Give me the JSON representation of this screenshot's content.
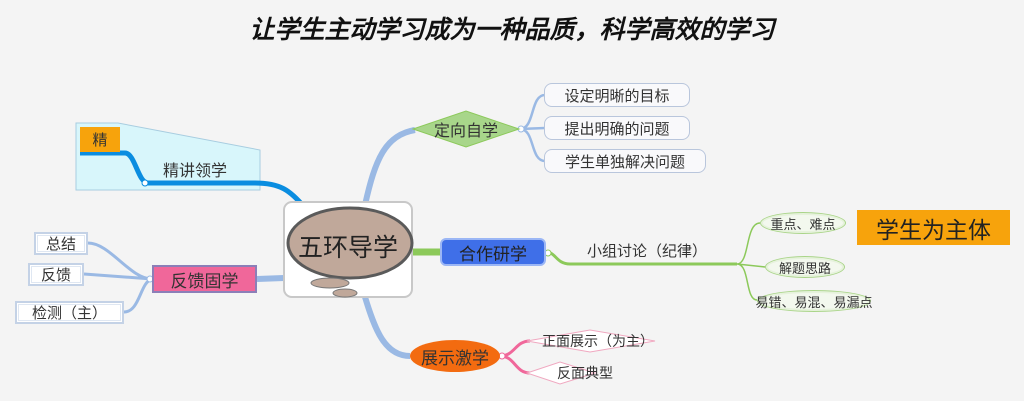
{
  "title": "让学生主动学习成为一种品质，科学高效的学习",
  "central": {
    "label": "五环导学"
  },
  "branches": {
    "jingjiang": {
      "label": "精讲领学",
      "tag": "精"
    },
    "fankui": {
      "label": "反馈固学",
      "children": [
        "总结",
        "反馈",
        "检测（主）"
      ]
    },
    "dingxiang": {
      "label": "定向自学",
      "children": [
        "设定明晰的目标",
        "提出明确的问题",
        "学生单独解决问题"
      ]
    },
    "hezuo": {
      "label": "合作研学",
      "sub_label": "小组讨论（纪律）",
      "children": [
        "重点、难点",
        "解题思路",
        "易错、易混、易漏点"
      ],
      "callout": "学生为主体"
    },
    "zhanshi": {
      "label": "展示激学",
      "children": [
        "正面展示（为主）",
        "反面典型"
      ]
    }
  },
  "colors": {
    "blue": "#0a8de0",
    "green": "#8cc95a",
    "pink": "#f0679a",
    "orange": "#f7a30c",
    "node_blue": "#3f6fe8",
    "node_orange": "#f36b10"
  }
}
